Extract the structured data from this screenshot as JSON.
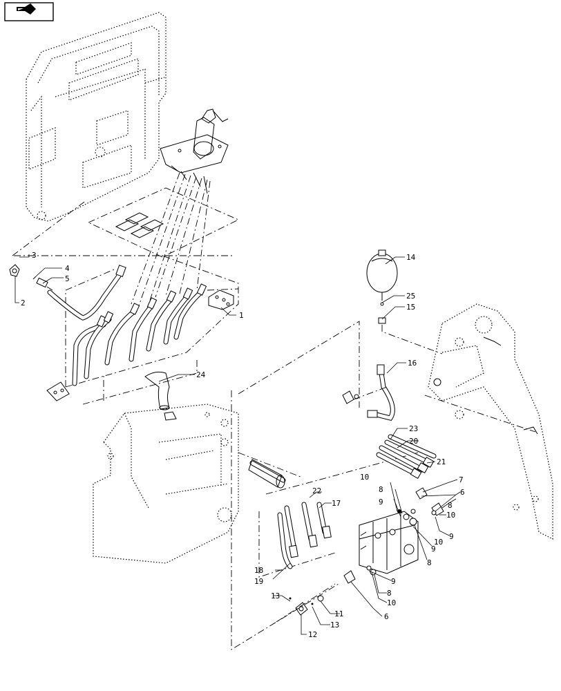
{
  "nav_icon": "next-page-arrow-icon",
  "callouts": [
    {
      "id": "c1",
      "text": "1"
    },
    {
      "id": "c2",
      "text": "2"
    },
    {
      "id": "c3",
      "text": "3"
    },
    {
      "id": "c4",
      "text": "4"
    },
    {
      "id": "c5",
      "text": "5"
    },
    {
      "id": "c6a",
      "text": "6"
    },
    {
      "id": "c6b",
      "text": "6"
    },
    {
      "id": "c7",
      "text": "7"
    },
    {
      "id": "c8a",
      "text": "8"
    },
    {
      "id": "c8b",
      "text": "8"
    },
    {
      "id": "c8c",
      "text": "8"
    },
    {
      "id": "c8d",
      "text": "8"
    },
    {
      "id": "c9a",
      "text": "9"
    },
    {
      "id": "c9b",
      "text": "9"
    },
    {
      "id": "c9c",
      "text": "9"
    },
    {
      "id": "c9d",
      "text": "9"
    },
    {
      "id": "c10a",
      "text": "10"
    },
    {
      "id": "c10b",
      "text": "10"
    },
    {
      "id": "c10c",
      "text": "10"
    },
    {
      "id": "c10d",
      "text": "10"
    },
    {
      "id": "c11",
      "text": "11"
    },
    {
      "id": "c12",
      "text": "12"
    },
    {
      "id": "c13a",
      "text": "13"
    },
    {
      "id": "c13b",
      "text": "13"
    },
    {
      "id": "c14",
      "text": "14"
    },
    {
      "id": "c15",
      "text": "15"
    },
    {
      "id": "c16",
      "text": "16"
    },
    {
      "id": "c17",
      "text": "17"
    },
    {
      "id": "c18",
      "text": "18"
    },
    {
      "id": "c19",
      "text": "19"
    },
    {
      "id": "c20",
      "text": "20"
    },
    {
      "id": "c21",
      "text": "21"
    },
    {
      "id": "c22",
      "text": "22"
    },
    {
      "id": "c23",
      "text": "23"
    },
    {
      "id": "c24",
      "text": "24"
    },
    {
      "id": "c25",
      "text": "25"
    }
  ]
}
